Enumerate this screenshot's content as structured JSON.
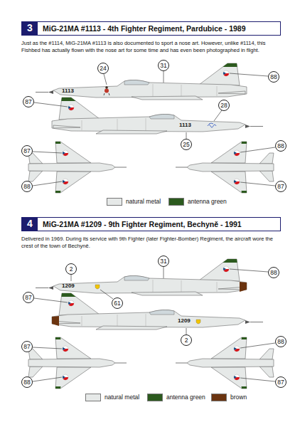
{
  "diagram": {
    "nodes": [
      {
        "text": [
          "MiG-21MA #1113 - 4th Fighter Regiment, Pardubice - 1989"
        ]
      },
      {
        "text": [
          "3"
        ],
        "in": 0
      },
      {
        "text": [
          "24"
        ]
      },
      {
        "text": [
          "31"
        ]
      },
      {
        "text": [
          "88"
        ]
      },
      {
        "text": [
          "87"
        ]
      },
      {
        "text": [
          "28"
        ]
      },
      {
        "text": [
          "25"
        ]
      },
      {
        "text": [
          "87"
        ]
      },
      {
        "text": [
          "88"
        ]
      },
      {
        "text": [
          "88"
        ]
      },
      {
        "text": [
          "87"
        ]
      },
      {
        "text": [
          "MiG-21MA #1209 - 9th Fighter Regiment, Bechyně - 1991"
        ]
      },
      {
        "text": [
          "4"
        ],
        "in": 12
      },
      {
        "text": [
          "2"
        ]
      },
      {
        "text": [
          "31"
        ]
      },
      {
        "text": [
          "88"
        ]
      },
      {
        "text": [
          "87"
        ]
      },
      {
        "text": [
          "61"
        ]
      },
      {
        "text": [
          "2"
        ]
      },
      {
        "text": [
          "87"
        ]
      },
      {
        "text": [
          "88"
        ]
      },
      {
        "text": [
          "88"
        ]
      },
      {
        "text": [
          "87"
        ]
      }
    ],
    "labels": [
      "Just as the #1114, MiG-21MA #1113 is also documented to sport a nose art. However, unlike #1114, this Fishbed has actually flown with the nose art for some time and has even been photographed in flight.",
      "1113",
      "1113",
      "Delivered in 1969. During its service with 9th Fighter (later Fighter-Bomber) Regiment, the aircraft wore the crest of the town of Bechyně.",
      "1209",
      "1209"
    ],
    "legend": [
      {
        "text": "natural metal",
        "color": "#e6e9e8"
      },
      {
        "text": "antenna green",
        "color": "#2c5a1e"
      },
      {
        "text": "natural metal",
        "color": "#e6e9e8"
      },
      {
        "text": "antenna green",
        "color": "#2c5a1e"
      },
      {
        "text": "brown",
        "color": "#6b3410"
      }
    ]
  }
}
